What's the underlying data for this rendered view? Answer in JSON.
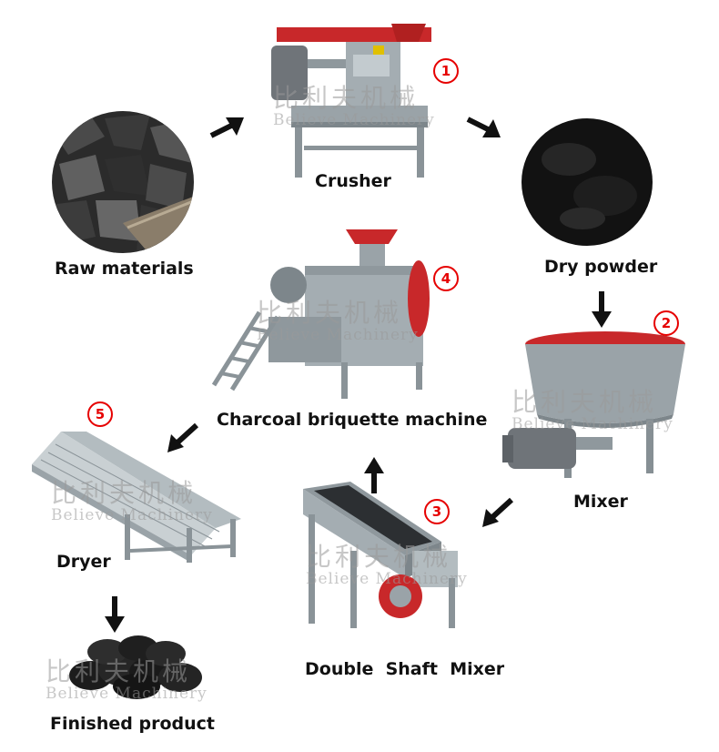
{
  "steps": {
    "raw_materials": {
      "label": "Raw materials"
    },
    "crusher": {
      "label": "Crusher",
      "number": "1"
    },
    "dry_powder": {
      "label": "Dry powder"
    },
    "mixer": {
      "label": "Mixer",
      "number": "2"
    },
    "double_shaft_mixer": {
      "label": "Double  Shaft  Mixer",
      "number": "3"
    },
    "briquette_machine": {
      "label": "Charcoal briquette machine",
      "number": "4"
    },
    "dryer": {
      "label": "Dryer",
      "number": "5"
    },
    "finished_product": {
      "label": "Finished product"
    }
  },
  "watermark": {
    "cn": "比利夫机械",
    "en": "Believe Machinery"
  },
  "colors": {
    "accent": "#e60000",
    "machine_gray": "#9aa3a8",
    "machine_red": "#c8282a",
    "coal": "#1a1a1a"
  }
}
